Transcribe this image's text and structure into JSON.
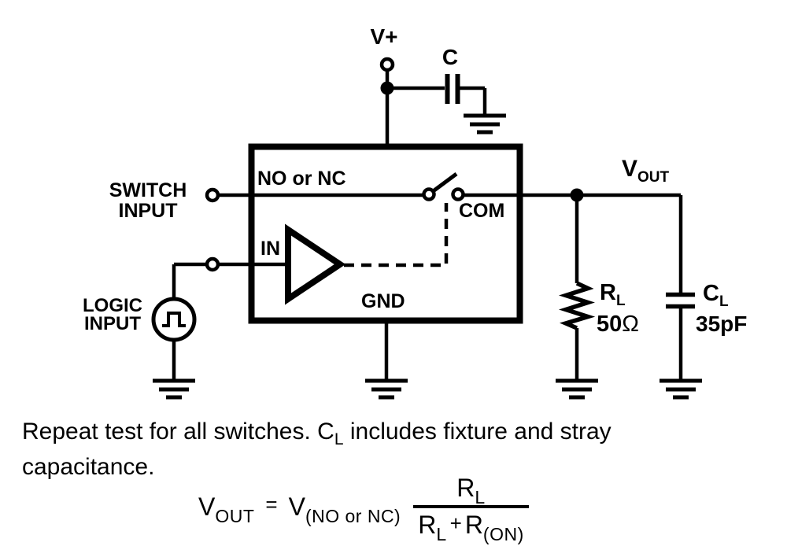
{
  "figure": {
    "colors": {
      "ink": "#000000",
      "background": "#ffffff"
    },
    "labels": {
      "vplus": "V+",
      "bypass_cap": "C",
      "switch_input_line1": "SWITCH",
      "switch_input_line2": "INPUT",
      "logic_input_line1": "LOGIC",
      "logic_input_line2": "INPUT",
      "pin_no_nc": "NO or NC",
      "pin_in": "IN",
      "pin_com": "COM",
      "pin_gnd": "GND",
      "vout_base": "V",
      "vout_sub": "OUT",
      "rl_base": "R",
      "rl_sub": "L",
      "rl_value": "50",
      "rl_unit": "Ω",
      "cl_base": "C",
      "cl_sub": "L",
      "cl_value": "35pF"
    },
    "note": {
      "line1_pre": "Repeat test for all switches. C",
      "line1_sub": "L",
      "line1_post": " includes fixture and stray",
      "line2": "capacitance."
    },
    "formula": {
      "lhs_base": "V",
      "lhs_sub": "OUT",
      "equals": "=",
      "rhs_base": "V",
      "rhs_sub": "(NO or NC)",
      "num_base": "R",
      "num_sub": "L",
      "den_r1_base": "R",
      "den_r1_sub": "L",
      "den_plus": "+",
      "den_r2_base": "R",
      "den_r2_sub": "(ON)"
    }
  }
}
